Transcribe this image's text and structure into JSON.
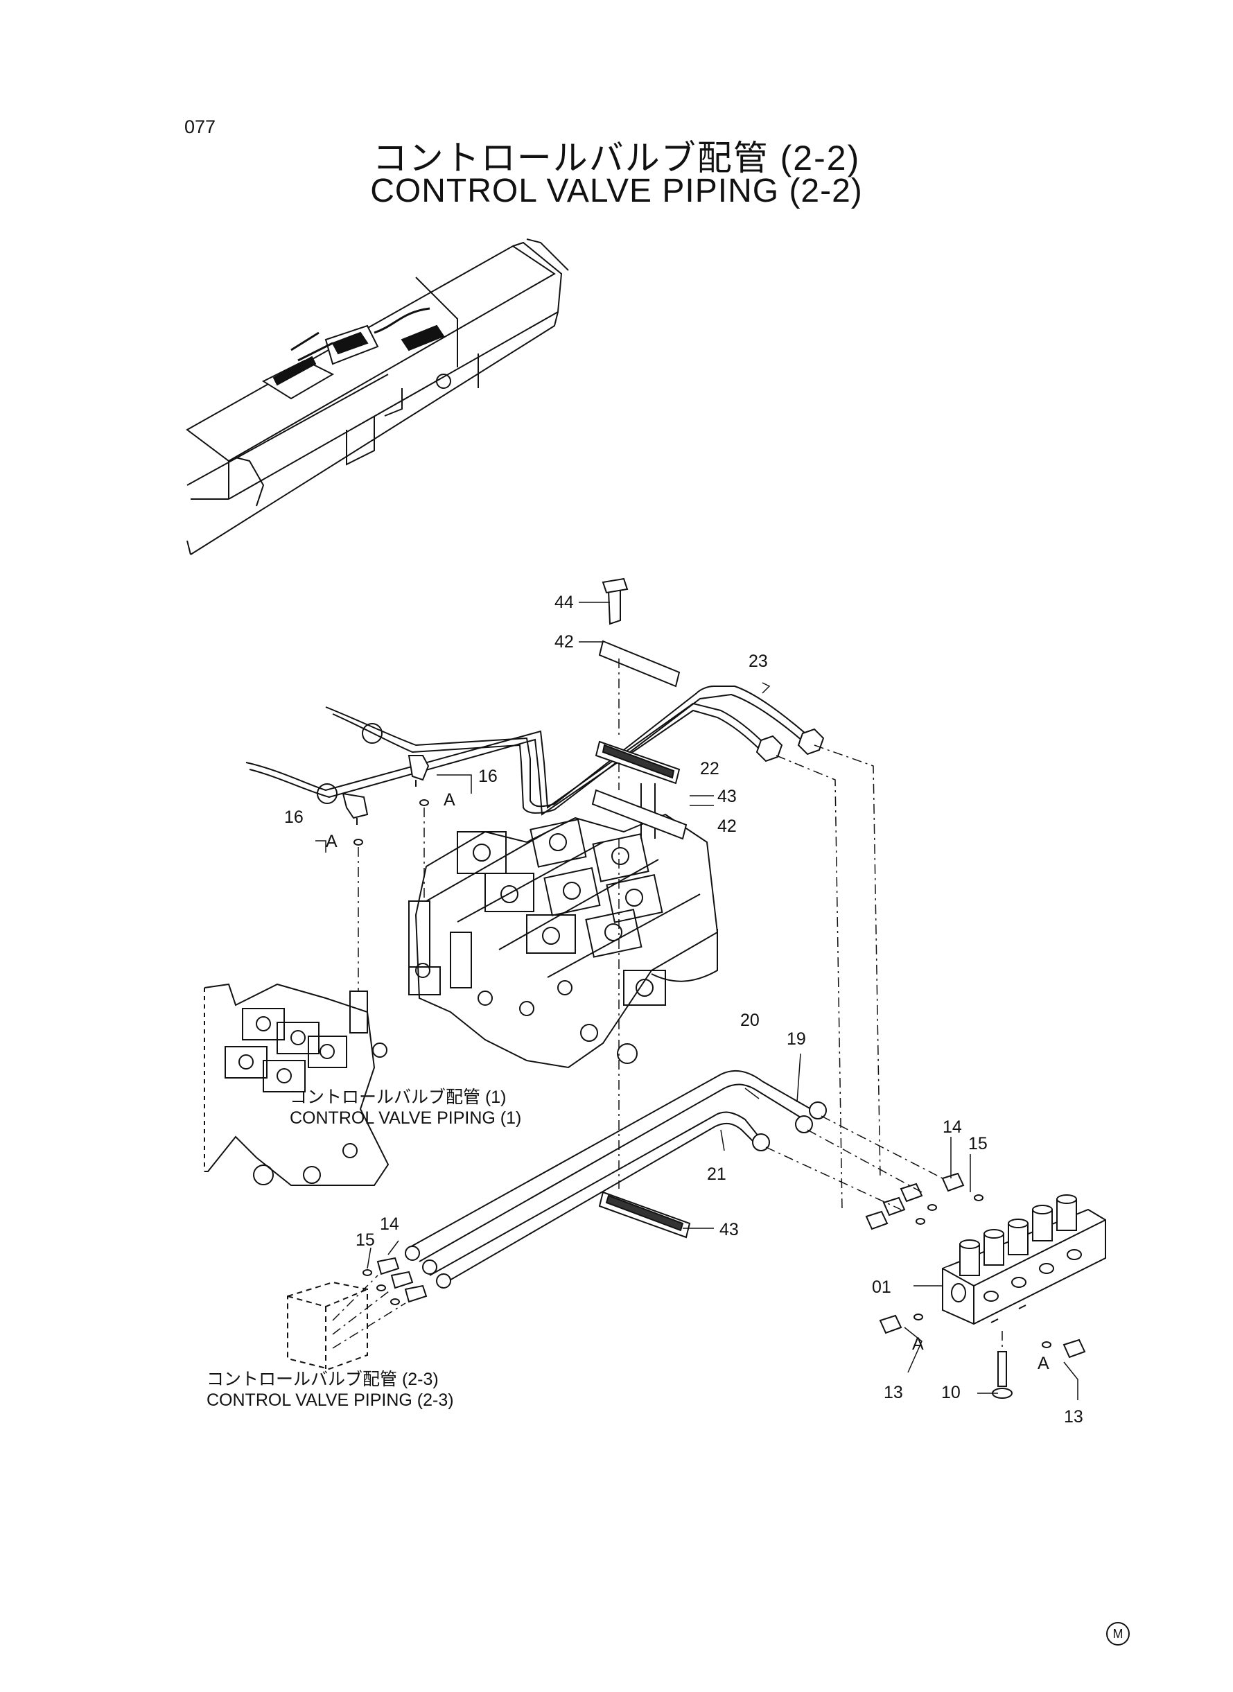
{
  "page_number": "077",
  "title": {
    "jp": "コントロールバルブ配管 (2-2)",
    "en": "CONTROL VALVE PIPING (2-2)"
  },
  "references": [
    {
      "jp": "コントロールバルブ配管 (1)",
      "en": "CONTROL VALVE PIPING (1)"
    },
    {
      "jp": "コントロールバルブ配管 (2-3)",
      "en": "CONTROL VALVE PIPING (2-3)"
    }
  ],
  "part_labels": [
    "44",
    "42",
    "23",
    "22",
    "43",
    "42",
    "16",
    "A",
    "16",
    "A",
    "20",
    "19",
    "14",
    "15",
    "21",
    "43",
    "14",
    "15",
    "01",
    "A",
    "A",
    "13",
    "10",
    "13"
  ],
  "footer_mark": "M"
}
